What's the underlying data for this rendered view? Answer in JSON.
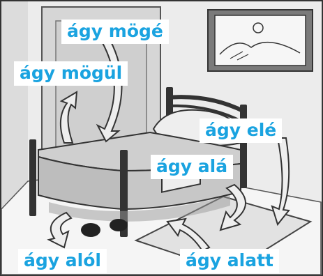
{
  "image": {
    "description_icons": [
      "bed-icon",
      "framed-picture-icon",
      "rug-icon",
      "slippers-icon",
      "arrow-icon"
    ],
    "colors": {
      "label_text": "#1aa3e0",
      "label_bg": "#ffffff",
      "line": "#333333",
      "wall": "#e9e9e9",
      "floor": "#f4f4f4"
    }
  },
  "labels": {
    "mogott_to": "ágy mögé",
    "mogott_from": "ágy mögül",
    "elott_to": "ágy elé",
    "alatt_to": "ágy alá",
    "alatt_from": "ágy alól",
    "alatt_at": "ágy alatt"
  }
}
